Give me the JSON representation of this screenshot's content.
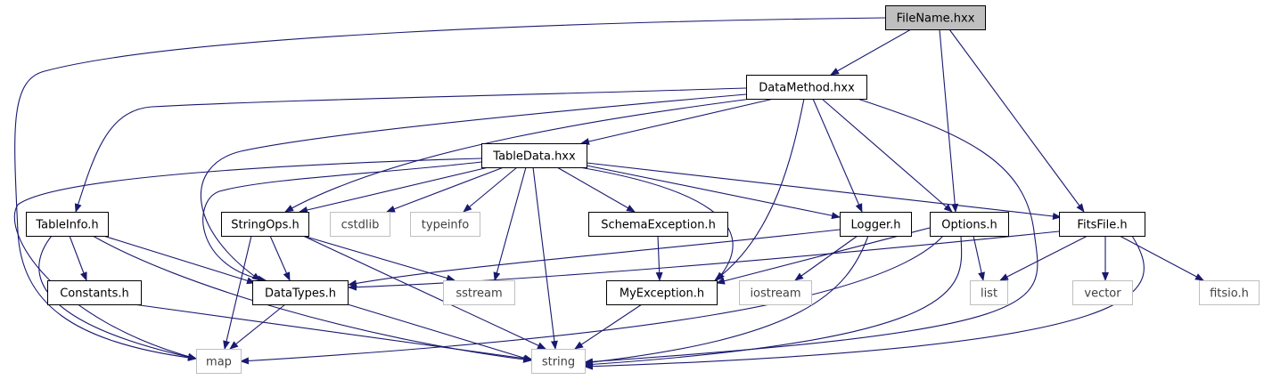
{
  "diagram": {
    "nodes": [
      {
        "id": "filename",
        "label": "FileName.hxx",
        "style": "focus"
      },
      {
        "id": "datamethod",
        "label": "DataMethod.hxx",
        "style": "normal"
      },
      {
        "id": "tabledata",
        "label": "TableData.hxx",
        "style": "normal"
      },
      {
        "id": "tableinfo",
        "label": "TableInfo.h",
        "style": "normal"
      },
      {
        "id": "stringops",
        "label": "StringOps.h",
        "style": "normal"
      },
      {
        "id": "cstdlib",
        "label": "cstdlib",
        "style": "system"
      },
      {
        "id": "typeinfo",
        "label": "typeinfo",
        "style": "system"
      },
      {
        "id": "schemaexception",
        "label": "SchemaException.h",
        "style": "normal"
      },
      {
        "id": "logger",
        "label": "Logger.h",
        "style": "normal"
      },
      {
        "id": "options",
        "label": "Options.h",
        "style": "normal"
      },
      {
        "id": "fitsfile",
        "label": "FitsFile.h",
        "style": "normal"
      },
      {
        "id": "constants",
        "label": "Constants.h",
        "style": "normal"
      },
      {
        "id": "datatypes",
        "label": "DataTypes.h",
        "style": "normal"
      },
      {
        "id": "sstream",
        "label": "sstream",
        "style": "system"
      },
      {
        "id": "myexception",
        "label": "MyException.h",
        "style": "normal"
      },
      {
        "id": "iostream",
        "label": "iostream",
        "style": "system"
      },
      {
        "id": "list",
        "label": "list",
        "style": "system"
      },
      {
        "id": "vector",
        "label": "vector",
        "style": "system"
      },
      {
        "id": "fitsio",
        "label": "fitsio.h",
        "style": "system"
      },
      {
        "id": "map",
        "label": "map",
        "style": "system"
      },
      {
        "id": "string",
        "label": "string",
        "style": "system"
      }
    ],
    "edges": [
      [
        "filename",
        "datamethod"
      ],
      [
        "filename",
        "options"
      ],
      [
        "filename",
        "fitsfile"
      ],
      [
        "filename",
        "map"
      ],
      [
        "datamethod",
        "tabledata"
      ],
      [
        "datamethod",
        "tableinfo"
      ],
      [
        "datamethod",
        "stringops"
      ],
      [
        "datamethod",
        "datatypes"
      ],
      [
        "datamethod",
        "myexception"
      ],
      [
        "datamethod",
        "logger"
      ],
      [
        "datamethod",
        "options"
      ],
      [
        "datamethod",
        "string"
      ],
      [
        "tabledata",
        "stringops"
      ],
      [
        "tabledata",
        "datatypes"
      ],
      [
        "tabledata",
        "cstdlib"
      ],
      [
        "tabledata",
        "typeinfo"
      ],
      [
        "tabledata",
        "sstream"
      ],
      [
        "tabledata",
        "schemaexception"
      ],
      [
        "tabledata",
        "myexception"
      ],
      [
        "tabledata",
        "logger"
      ],
      [
        "tabledata",
        "fitsfile"
      ],
      [
        "tabledata",
        "string"
      ],
      [
        "tabledata",
        "map"
      ],
      [
        "tableinfo",
        "constants"
      ],
      [
        "tableinfo",
        "datatypes"
      ],
      [
        "tableinfo",
        "string"
      ],
      [
        "tableinfo",
        "map"
      ],
      [
        "stringops",
        "datatypes"
      ],
      [
        "stringops",
        "sstream"
      ],
      [
        "stringops",
        "string"
      ],
      [
        "stringops",
        "map"
      ],
      [
        "schemaexception",
        "myexception"
      ],
      [
        "logger",
        "datatypes"
      ],
      [
        "logger",
        "iostream"
      ],
      [
        "logger",
        "string"
      ],
      [
        "options",
        "myexception"
      ],
      [
        "options",
        "list"
      ],
      [
        "options",
        "string"
      ],
      [
        "options",
        "map"
      ],
      [
        "fitsfile",
        "datatypes"
      ],
      [
        "fitsfile",
        "list"
      ],
      [
        "fitsfile",
        "vector"
      ],
      [
        "fitsfile",
        "fitsio"
      ],
      [
        "fitsfile",
        "string"
      ],
      [
        "constants",
        "string"
      ],
      [
        "datatypes",
        "map"
      ],
      [
        "datatypes",
        "string"
      ],
      [
        "myexception",
        "string"
      ]
    ]
  },
  "colors": {
    "edge": "#191970",
    "node_border": "#000000",
    "system_border": "#bfbfbf",
    "system_text": "#404040",
    "focus_fill": "#bfbfbf",
    "node_fill": "#ffffff",
    "text": "#000000"
  }
}
